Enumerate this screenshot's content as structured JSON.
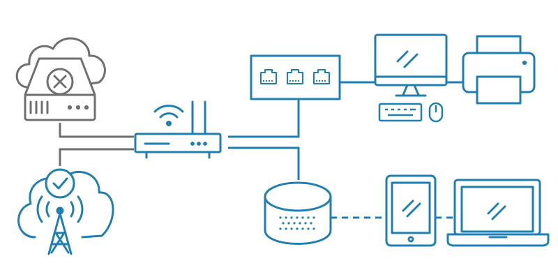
{
  "colors": {
    "accent_blue": "#1f7fb0",
    "muted_gray": "#6f6f6f",
    "background": "#ffffff"
  },
  "diagram": {
    "nodes": [
      {
        "id": "offline-cloud-server",
        "icon": "cloud-server-with-x-icon",
        "status": "error"
      },
      {
        "id": "online-cloud-tower",
        "icon": "cloud-antenna-with-check-icon",
        "status": "ok"
      },
      {
        "id": "router",
        "icon": "wifi-router-icon"
      },
      {
        "id": "network-switch",
        "icon": "three-port-switch-icon",
        "ports": 3
      },
      {
        "id": "desktop-computer",
        "icon": "desktop-monitor-icon"
      },
      {
        "id": "keyboard",
        "icon": "keyboard-icon"
      },
      {
        "id": "mouse",
        "icon": "mouse-icon"
      },
      {
        "id": "printer",
        "icon": "printer-icon"
      },
      {
        "id": "storage-hub",
        "icon": "round-speaker-hub-icon"
      },
      {
        "id": "tablet",
        "icon": "tablet-icon"
      },
      {
        "id": "laptop",
        "icon": "laptop-icon"
      }
    ],
    "links": [
      {
        "from": "offline-cloud-server",
        "to": "router",
        "style": "solid",
        "color": "gray"
      },
      {
        "from": "online-cloud-tower",
        "to": "router",
        "style": "solid",
        "color": "gray"
      },
      {
        "from": "router",
        "to": "network-switch",
        "style": "solid",
        "color": "blue"
      },
      {
        "from": "router",
        "to": "storage-hub",
        "style": "solid",
        "color": "blue"
      },
      {
        "from": "network-switch",
        "to": "desktop-computer",
        "style": "solid",
        "color": "blue"
      },
      {
        "from": "desktop-computer",
        "to": "printer",
        "style": "solid",
        "color": "blue"
      },
      {
        "from": "storage-hub",
        "to": "tablet",
        "style": "dashed",
        "color": "blue"
      },
      {
        "from": "tablet",
        "to": "laptop",
        "style": "dashed",
        "color": "blue"
      }
    ]
  }
}
